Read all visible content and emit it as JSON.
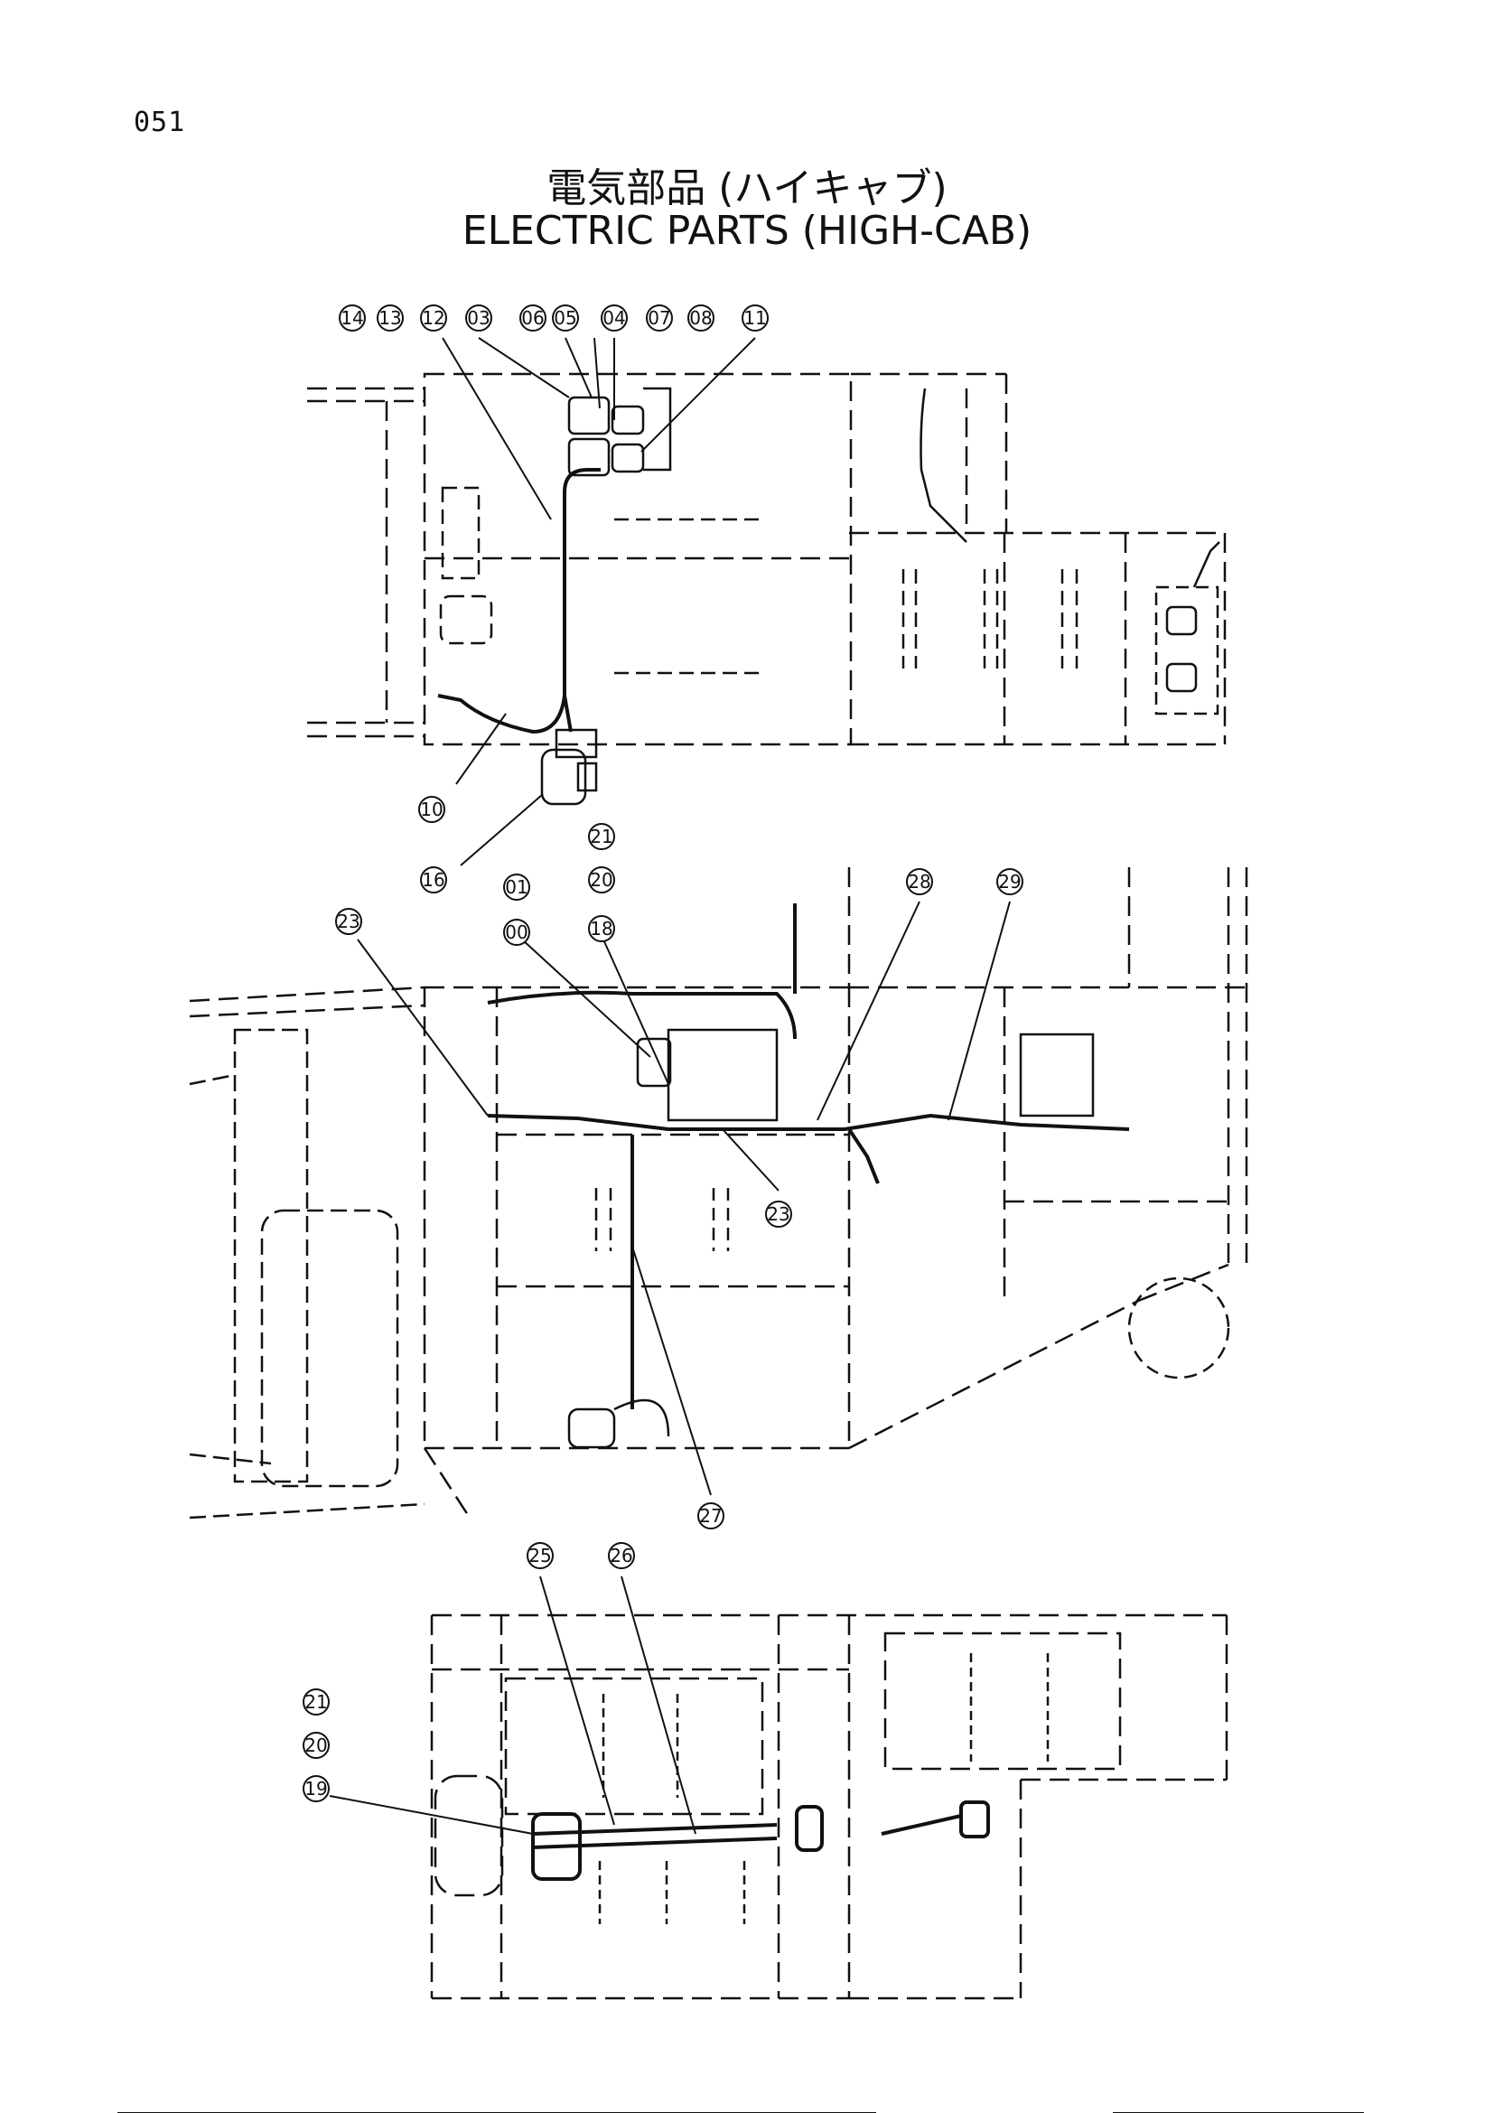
{
  "page_number": "051",
  "title_jp": "電気部品 (ハイキャブ)",
  "title_en": "ELECTRIC PARTS (HIGH-CAB)",
  "callouts": {
    "top": [
      "14",
      "13",
      "12",
      "03",
      "06",
      "05",
      "04",
      "07",
      "08",
      "11",
      "10",
      "16"
    ],
    "middle": [
      "23",
      "00",
      "01",
      "18",
      "20",
      "21",
      "28",
      "29",
      "23",
      "27"
    ],
    "bottom": [
      "25",
      "26",
      "19",
      "20",
      "21"
    ]
  }
}
